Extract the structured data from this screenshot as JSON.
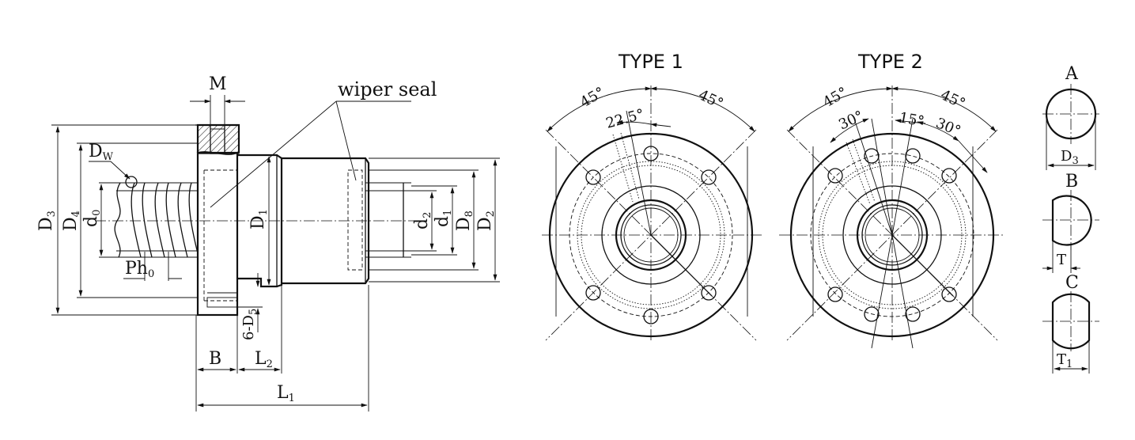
{
  "labels": {
    "m": "M",
    "wiper_seal": "wiper seal",
    "dw_main": "D",
    "dw_sub": "W",
    "d3_main": "D",
    "d3_sub": "3",
    "d4_main": "D",
    "d4_sub": "4",
    "d0_main": "d",
    "d0_sub": "0",
    "ph0_main": "Ph",
    "ph0_sub": "0",
    "d1cap_main": "D",
    "d1cap_sub": "1",
    "d2_main": "d",
    "d2_sub": "2",
    "d1_main": "d",
    "d1_sub": "1",
    "d8_main": "D",
    "d8_sub": "8",
    "d2cap_main": "D",
    "d2cap_sub": "2",
    "d5_main": "6-D",
    "d5_sub": "5",
    "b": "B",
    "l2_main": "L",
    "l2_sub": "2",
    "l1_main": "L",
    "l1_sub": "1"
  },
  "type1": {
    "title": "TYPE 1",
    "angle_left": "45°",
    "angle_right": "45°",
    "angle_inner": "22.5°"
  },
  "type2": {
    "title": "TYPE 2",
    "angle_left": "45°",
    "angle_right": "45°",
    "angle_a": "30°",
    "angle_b": "15°",
    "angle_c": "30°"
  },
  "shapes": {
    "a_label": "A",
    "a_dim_main": "D",
    "a_dim_sub": "3",
    "b_label": "B",
    "b_dim": "T",
    "c_label": "C",
    "c_dim_main": "T",
    "c_dim_sub": "1"
  }
}
